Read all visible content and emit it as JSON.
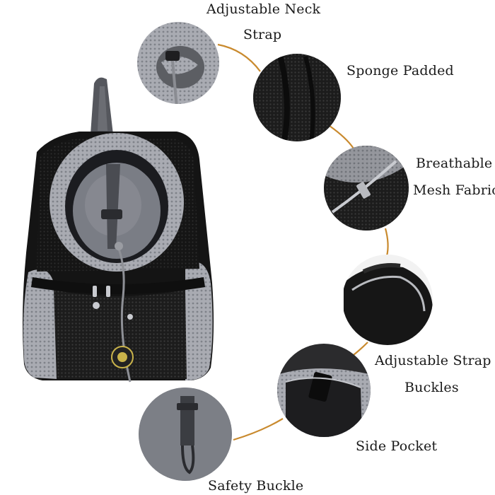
{
  "features": {
    "neck_strap": {
      "line1": "Adjustable Neck",
      "line2": "Strap"
    },
    "sponge": {
      "text": "Sponge Padded"
    },
    "mesh": {
      "line1": "Breathable",
      "line2": "Mesh Fabric"
    },
    "strap_buckles": {
      "line1": "Adjustable Strap",
      "line2": "Buckles"
    },
    "side_pocket": {
      "text": "Side Pocket"
    },
    "safety_buckle": {
      "text": "Safety Buckle"
    }
  },
  "colors": {
    "connector": "#c98a2e",
    "bag_black": "#141414",
    "mesh_gray": "#a8aab0"
  }
}
